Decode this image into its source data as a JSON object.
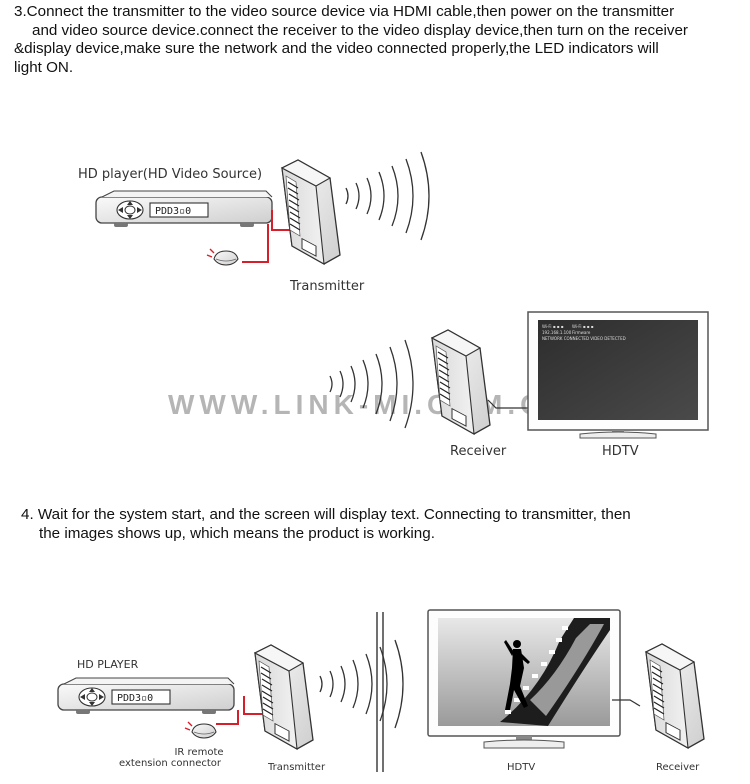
{
  "step3": {
    "line1": "3.Connect the transmitter to the video source device via HDMI cable,then power on the transmitter",
    "line2": "and video source device.connect the receiver to the video display device,then turn on the receiver",
    "line3": "&display device,make sure the network and the video connected properly,the LED indicators will",
    "line4": "light ON."
  },
  "diagram1": {
    "hd_player_label": "HD player(HD Video Source)",
    "player_display": "PDD3▫0",
    "transmitter_label": "Transmitter",
    "receiver_label": "Receiver",
    "hdtv_label": "HDTV",
    "watermark": "WWW.LINK-MI.COM.CN",
    "hdmi_cable_color": "#d61f2b"
  },
  "step4": {
    "line1": "4. Wait for the system start, and the screen will display text. Connecting to transmitter, then",
    "line2": "the images shows up, which means the product is working."
  },
  "diagram2": {
    "hd_player_label": "HD PLAYER",
    "player_display": "PDD3▫0",
    "ir_label_line1": "IR remote",
    "ir_label_line2": "extension connector",
    "transmitter_label": "Transmitter",
    "hdtv_label": "HDTV",
    "receiver_label": "Receiver"
  }
}
